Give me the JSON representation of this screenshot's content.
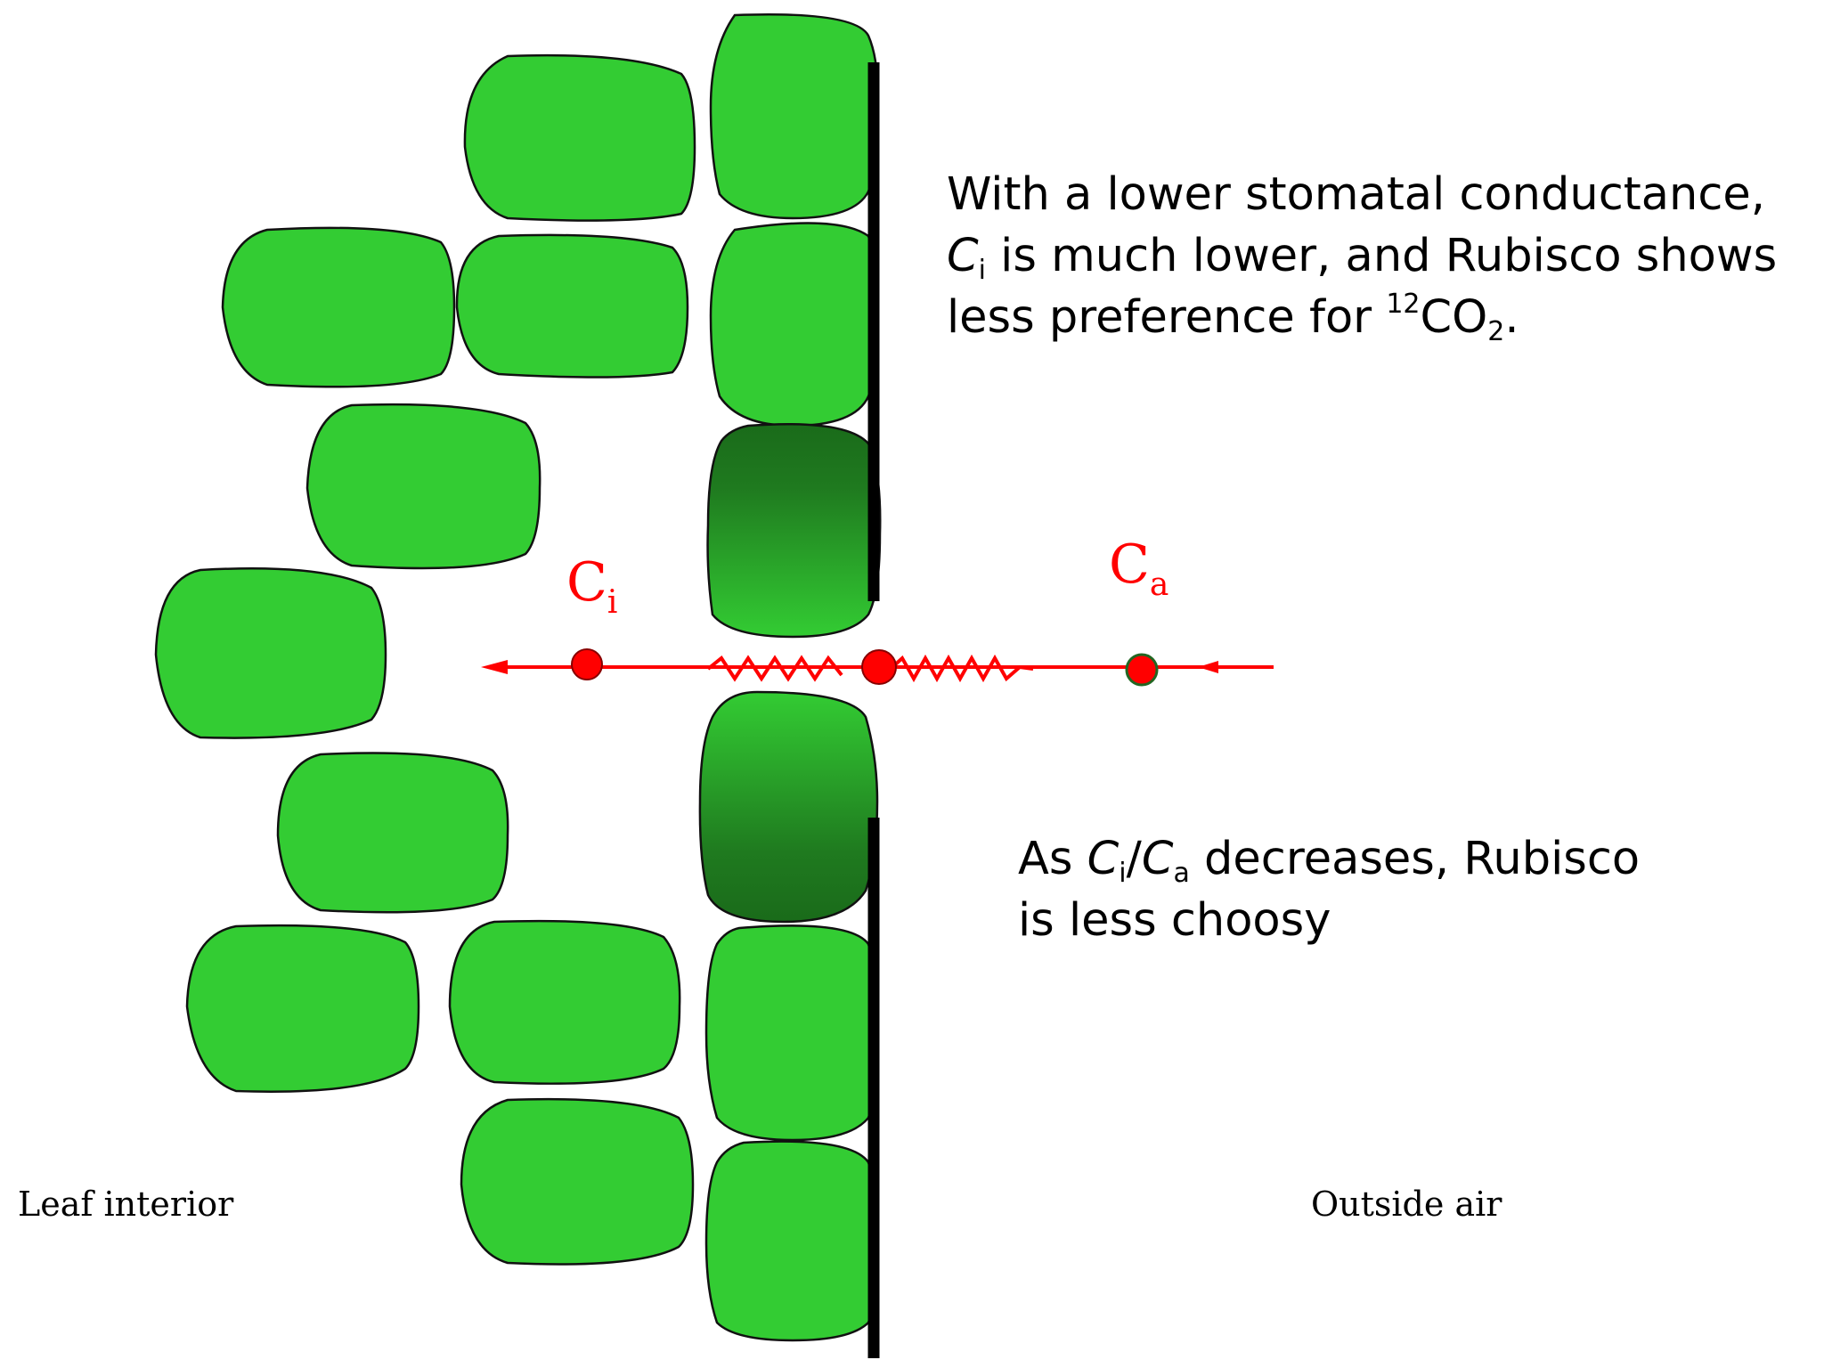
{
  "caption_top": {
    "line1": "With a lower stomatal conductance,",
    "line2_var": "C",
    "line2_sub": "i",
    "line2_rest": " is much lower, and Rubisco shows",
    "line3_pre": "less preference for ",
    "line3_sup": "12",
    "line3_co": "CO",
    "line3_sub": "2",
    "line3_end": "."
  },
  "caption_bottom": {
    "pre": "As ",
    "ci_var": "C",
    "ci_sub": "i",
    "slash": "/",
    "ca_var": "C",
    "ca_sub": "a",
    "line1_rest": " decreases, Rubisco",
    "line2": "is less choosy"
  },
  "labels": {
    "ci_letter": "C",
    "ci_sub": "i",
    "ca_letter": "C",
    "ca_sub": "a",
    "leaf_interior": "Leaf interior",
    "outside_air": "Outside air"
  },
  "colors": {
    "cell_green": "#33cc33",
    "guard_dark": "#1a6b1a",
    "arrow_red": "#ff0000",
    "wall_black": "#000000"
  }
}
